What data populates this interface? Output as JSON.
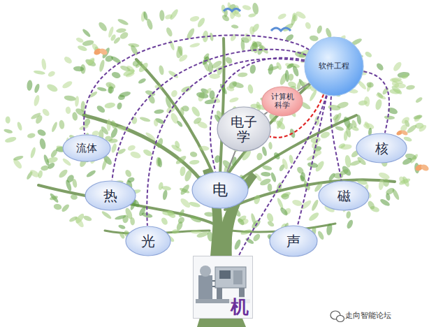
{
  "diagram": {
    "nodes": [
      {
        "text": [
          "软件工程"
        ]
      },
      {
        "text": [
          "计算机 科学"
        ]
      },
      {
        "text": [
          "电子 学"
        ]
      },
      {
        "text": [
          "流体"
        ]
      },
      {
        "text": [
          "核"
        ]
      },
      {
        "text": [
          "热"
        ]
      },
      {
        "text": [
          "电"
        ]
      },
      {
        "text": [
          "磁"
        ]
      },
      {
        "text": [
          "光"
        ]
      },
      {
        "text": [
          "声"
        ]
      },
      {
        "text": [
          "机"
        ]
      }
    ],
    "edges": [
      {
        "from": 6,
        "to": 2,
        "arrow": "none"
      },
      {
        "from": 2,
        "to": 1,
        "arrow": "none"
      },
      {
        "from": 1,
        "to": 0,
        "arrow": "none"
      },
      {
        "from": 0,
        "to": 2,
        "arrow": "none"
      },
      {
        "from": 0,
        "to": 3,
        "arrow": "none"
      },
      {
        "from": 0,
        "to": 5,
        "arrow": "none"
      },
      {
        "from": 0,
        "to": 8,
        "arrow": "none"
      },
      {
        "from": 0,
        "to": 6,
        "arrow": "none"
      },
      {
        "from": 0,
        "to": 9,
        "arrow": "none"
      },
      {
        "from": 0,
        "to": 7,
        "arrow": "none"
      },
      {
        "from": 0,
        "to": 4,
        "arrow": "none"
      },
      {
        "from": 0,
        "to": 10,
        "arrow": "none"
      }
    ],
    "labels": [
      "走向智能论坛"
    ]
  }
}
